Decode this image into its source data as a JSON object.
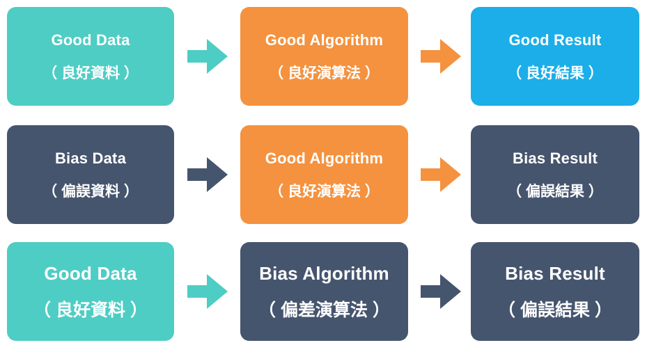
{
  "diagram": {
    "title": "Good Data / Bias Data to Result flow",
    "palette": {
      "teal": "#4ECDC4",
      "orange": "#F4923F",
      "blue": "#1BAEE8",
      "slate": "#46556E",
      "background": "#FFFFFF",
      "text": "#FFFFFF"
    },
    "rows": [
      {
        "id": "row-good-good-good",
        "boxes": [
          {
            "id": "r1c1",
            "role": "data",
            "en": "Good Data",
            "zh": "（ 良好資料 ）",
            "color": "#4ECDC4"
          },
          {
            "id": "r1c2",
            "role": "algorithm",
            "en": "Good Algorithm",
            "zh": "（ 良好演算法 ）",
            "color": "#F4923F"
          },
          {
            "id": "r1c3",
            "role": "result",
            "en": "Good Result",
            "zh": "（ 良好結果 ）",
            "color": "#1BAEE8"
          }
        ],
        "arrows": [
          {
            "id": "r1a1",
            "color": "#4ECDC4",
            "direction": "right"
          },
          {
            "id": "r1a2",
            "color": "#F4923F",
            "direction": "right"
          }
        ]
      },
      {
        "id": "row-bias-good-bias",
        "boxes": [
          {
            "id": "r2c1",
            "role": "data",
            "en": "Bias Data",
            "zh": "（ 偏誤資料 ）",
            "color": "#46556E"
          },
          {
            "id": "r2c2",
            "role": "algorithm",
            "en": "Good Algorithm",
            "zh": "（ 良好演算法 ）",
            "color": "#F4923F"
          },
          {
            "id": "r2c3",
            "role": "result",
            "en": "Bias Result",
            "zh": "（ 偏誤結果 ）",
            "color": "#46556E"
          }
        ],
        "arrows": [
          {
            "id": "r2a1",
            "color": "#46556E",
            "direction": "right"
          },
          {
            "id": "r2a2",
            "color": "#F4923F",
            "direction": "right"
          }
        ]
      },
      {
        "id": "row-good-bias-bias",
        "boxes": [
          {
            "id": "r3c1",
            "role": "data",
            "en": "Good Data",
            "zh": "（ 良好資料 ）",
            "color": "#4ECDC4"
          },
          {
            "id": "r3c2",
            "role": "algorithm",
            "en": "Bias Algorithm",
            "zh": "（ 偏差演算法 ）",
            "color": "#46556E"
          },
          {
            "id": "r3c3",
            "role": "result",
            "en": "Bias Result",
            "zh": "（ 偏誤結果 ）",
            "color": "#46556E"
          }
        ],
        "arrows": [
          {
            "id": "r3a1",
            "color": "#4ECDC4",
            "direction": "right"
          },
          {
            "id": "r3a2",
            "color": "#46556E",
            "direction": "right"
          }
        ]
      }
    ]
  }
}
